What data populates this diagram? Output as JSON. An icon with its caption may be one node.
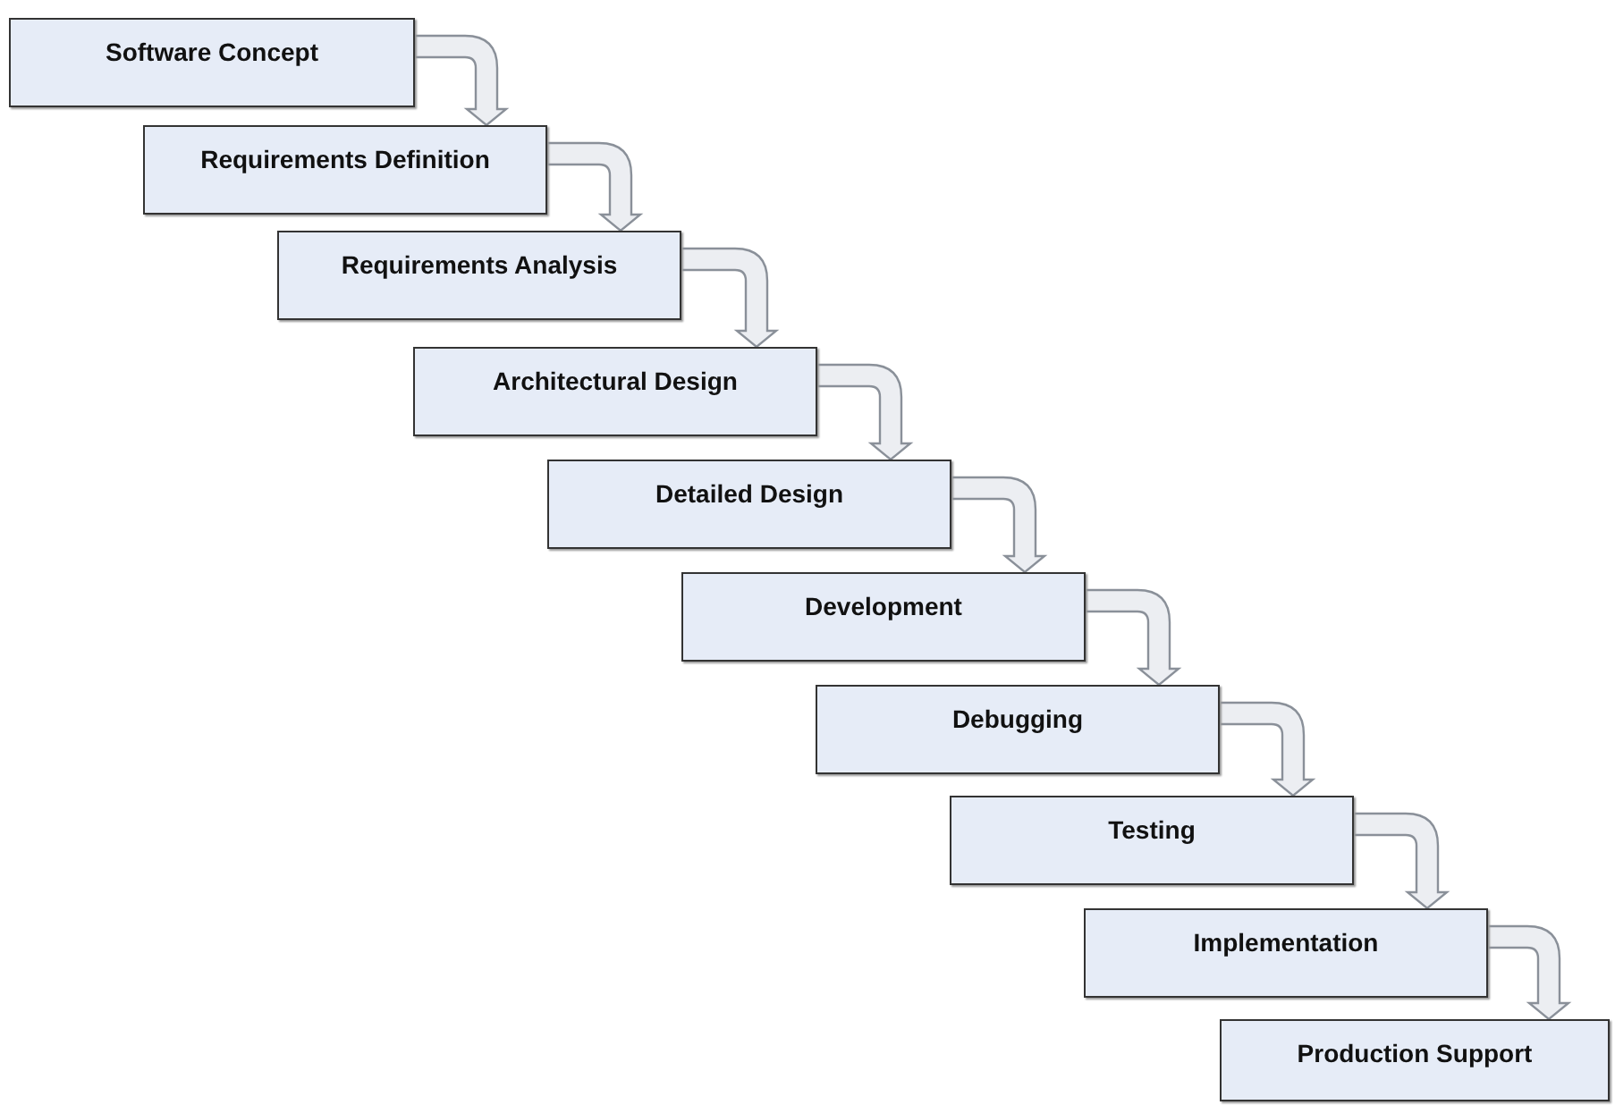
{
  "diagram": {
    "nodes": [
      {
        "text": [
          "Software Concept"
        ]
      },
      {
        "text": [
          "Requirements Definition"
        ]
      },
      {
        "text": [
          "Requirements Analysis"
        ]
      },
      {
        "text": [
          "Architectural Design"
        ]
      },
      {
        "text": [
          "Detailed Design"
        ]
      },
      {
        "text": [
          "Development"
        ]
      },
      {
        "text": [
          "Debugging"
        ]
      },
      {
        "text": [
          "Testing"
        ]
      },
      {
        "text": [
          "Implementation"
        ]
      },
      {
        "text": [
          "Production Support"
        ]
      }
    ],
    "edges": [
      {
        "from": 0,
        "to": 1,
        "arrow": "to"
      },
      {
        "from": 1,
        "to": 2,
        "arrow": "to"
      },
      {
        "from": 2,
        "to": 3,
        "arrow": "to"
      },
      {
        "from": 3,
        "to": 4,
        "arrow": "to"
      },
      {
        "from": 4,
        "to": 5,
        "arrow": "to"
      },
      {
        "from": 5,
        "to": 6,
        "arrow": "to"
      },
      {
        "from": 6,
        "to": 7,
        "arrow": "to"
      },
      {
        "from": 7,
        "to": 8,
        "arrow": "to"
      },
      {
        "from": 8,
        "to": 9,
        "arrow": "to"
      }
    ]
  }
}
